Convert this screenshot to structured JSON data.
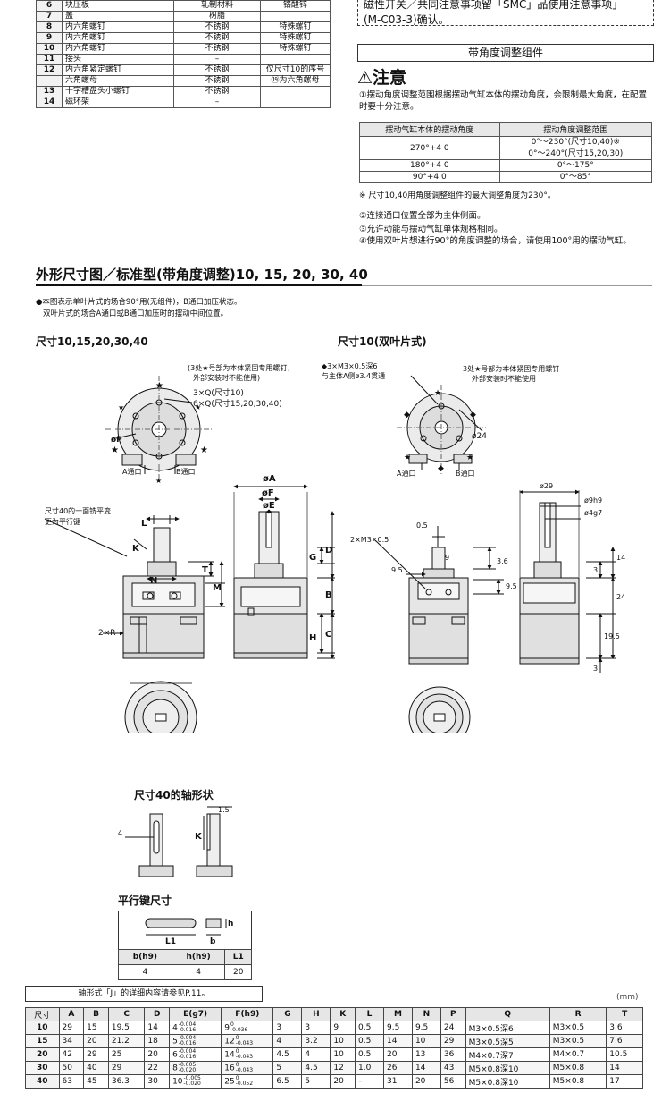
{
  "parts_table": {
    "rows": [
      {
        "no": "6",
        "name": "块压板",
        "material": "轧制材料",
        "note": "铬酸锌"
      },
      {
        "no": "7",
        "name": "盖",
        "material": "树脂",
        "note": ""
      },
      {
        "no": "8",
        "name": "内六角螺钉",
        "material": "不锈钢",
        "note": "特殊螺钉"
      },
      {
        "no": "9",
        "name": "内六角螺钉",
        "material": "不锈钢",
        "note": "特殊螺钉"
      },
      {
        "no": "10",
        "name": "内六角螺钉",
        "material": "不锈钢",
        "note": "特殊螺钉"
      },
      {
        "no": "11",
        "name": "接头",
        "material": "–",
        "note": ""
      },
      {
        "no": "12",
        "name": "内六角紧定螺钉",
        "material": "不锈钢",
        "note": "仅尺寸10的序号"
      },
      {
        "no": "",
        "name": "六角螺母",
        "material": "不锈钢",
        "note": "⑲为六角螺母"
      },
      {
        "no": "13",
        "name": "十字槽盘头小螺钉",
        "material": "不锈钢",
        "note": ""
      },
      {
        "no": "14",
        "name": "磁环架",
        "material": "–",
        "note": ""
      }
    ]
  },
  "notice_box": {
    "line1": "磁性开关／共同注意事项留「SMC」品使用注意事项」",
    "line2": "(M-C03-3)确认。"
  },
  "angle_section": {
    "header": "带角度调整组件",
    "caution": "⚠注意",
    "note1": "①摆动角度调整范围根据摆动气缸本体的摆动角度，会限制最大角度，在配置时要十分注意。",
    "table_headers": [
      "摆动气缸本体的摆动角度",
      "摆动角度调整范围"
    ],
    "table_rows": [
      {
        "body": "270°+4 0",
        "range": "0°～230°(尺寸10,40)※"
      },
      {
        "body": "",
        "range": "0°～240°(尺寸15,20,30)"
      },
      {
        "body": "180°+4 0",
        "range": "0°～175°"
      },
      {
        "body": "90°+4 0",
        "range": "0°～85°"
      }
    ],
    "footnote": "※ 尺寸10,40用角度调整组件的最大调整角度为230°。",
    "note2": "②连接通口位置全部为主体侧面。",
    "note3": "③允许动能与摆动气缸单体规格相同。",
    "note4": "④使用双叶片想进行90°的角度调整的场合，请使用100°用的摆动气缸。"
  },
  "section": {
    "title": "外形尺寸图／标准型(带角度调整)10, 15, 20, 30, 40",
    "bullet1": "●本图表示单叶片式的场合90°用(无组件)，B通口加压状态。",
    "bullet2": "双叶片式的场合A通口或B通口加压时的摆动中间位置。"
  },
  "drawing_left": {
    "title": "尺寸10,15,20,30,40",
    "note1": "(3处★号部为本体紧固专用螺钉，",
    "note2": "外部安装时不能使用)",
    "q1": "3×Q(尺寸10)",
    "q2": "6×Q(尺寸15,20,30,40)",
    "p": "øP",
    "port_a": "A通口",
    "port_b": "B通口",
    "size40_note1": "尺寸40的一面铣平变",
    "size40_note2": "更为平行键",
    "L": "L",
    "K": "K",
    "N": "N",
    "T": "T",
    "M": "M",
    "R": "2×R",
    "A": "øA",
    "F": "øF",
    "E": "øE",
    "G": "G",
    "D": "D",
    "B": "B",
    "H": "H",
    "C": "C"
  },
  "drawing_right": {
    "title": "尺寸10(双叶片式)",
    "note1": "◆3×M3×0.5深6",
    "note2": "与主体A侧ø3.4贯通",
    "note3": "3处★号部为本体紧固专用螺钉",
    "note4": "外部安装时不能使用",
    "d24": "ø24",
    "port_a": "A通口",
    "port_b": "B通口",
    "m3": "2×M3×0.5",
    "d05": "0.5",
    "d95": "9.5",
    "d9": "9",
    "d36": "3.6",
    "d95b": "9.5",
    "d29": "ø29",
    "d9h9": "ø9h9",
    "d4g7": "ø4g7",
    "r3": "3",
    "r14": "14",
    "r24": "24",
    "r195": "19.5",
    "r3b": "3"
  },
  "shaft40": {
    "title": "尺寸40的轴形状",
    "d15": "1.5",
    "d4": "4",
    "K": "K"
  },
  "key": {
    "title": "平行键尺寸",
    "L1": "L1",
    "b": "b",
    "h": "h",
    "headers": [
      "b(h9)",
      "h(h9)",
      "L1"
    ],
    "row": [
      "4",
      "4",
      "20"
    ]
  },
  "shaft_note": "轴形式「J」的详细内容请参见P.11。",
  "unit": "(mm)",
  "dims_table": {
    "headers": [
      "尺寸",
      "A",
      "B",
      "C",
      "D",
      "E(g7)",
      "F(h9)",
      "G",
      "H",
      "K",
      "L",
      "M",
      "N",
      "P",
      "Q",
      "R",
      "T"
    ],
    "rows": [
      [
        "10",
        "29",
        "15",
        "19.5",
        "14",
        "4",
        "9",
        "3",
        "3",
        "9",
        "0.5",
        "9.5",
        "9.5",
        "24",
        "M3×0.5深6",
        "M3×0.5",
        "3.6"
      ],
      [
        "15",
        "34",
        "20",
        "21.2",
        "18",
        "5",
        "12",
        "4",
        "3.2",
        "10",
        "0.5",
        "14",
        "10",
        "29",
        "M3×0.5深5",
        "M3×0.5",
        "7.6"
      ],
      [
        "20",
        "42",
        "29",
        "25",
        "20",
        "6",
        "14",
        "4.5",
        "4",
        "10",
        "0.5",
        "20",
        "13",
        "36",
        "M4×0.7深7",
        "M4×0.7",
        "10.5"
      ],
      [
        "30",
        "50",
        "40",
        "29",
        "22",
        "8",
        "16",
        "5",
        "4.5",
        "12",
        "1.0",
        "26",
        "14",
        "43",
        "M5×0.8深10",
        "M5×0.8",
        "14"
      ],
      [
        "40",
        "63",
        "45",
        "36.3",
        "30",
        "10",
        "25",
        "6.5",
        "5",
        "20",
        "–",
        "31",
        "20",
        "56",
        "M5×0.8深10",
        "M5×0.8",
        "17"
      ]
    ],
    "e_tol": [
      [
        "-0.004",
        "-0.016"
      ],
      [
        "-0.004",
        "-0.016"
      ],
      [
        "-0.004",
        "-0.016"
      ],
      [
        "-0.005",
        "-0.020"
      ],
      [
        "-0.005",
        "-0.020"
      ]
    ],
    "f_tol": [
      [
        "0",
        "-0.036"
      ],
      [
        "0",
        "-0.043"
      ],
      [
        "0",
        "-0.043"
      ],
      [
        "0",
        "-0.043"
      ],
      [
        "0",
        "-0.052"
      ]
    ]
  }
}
